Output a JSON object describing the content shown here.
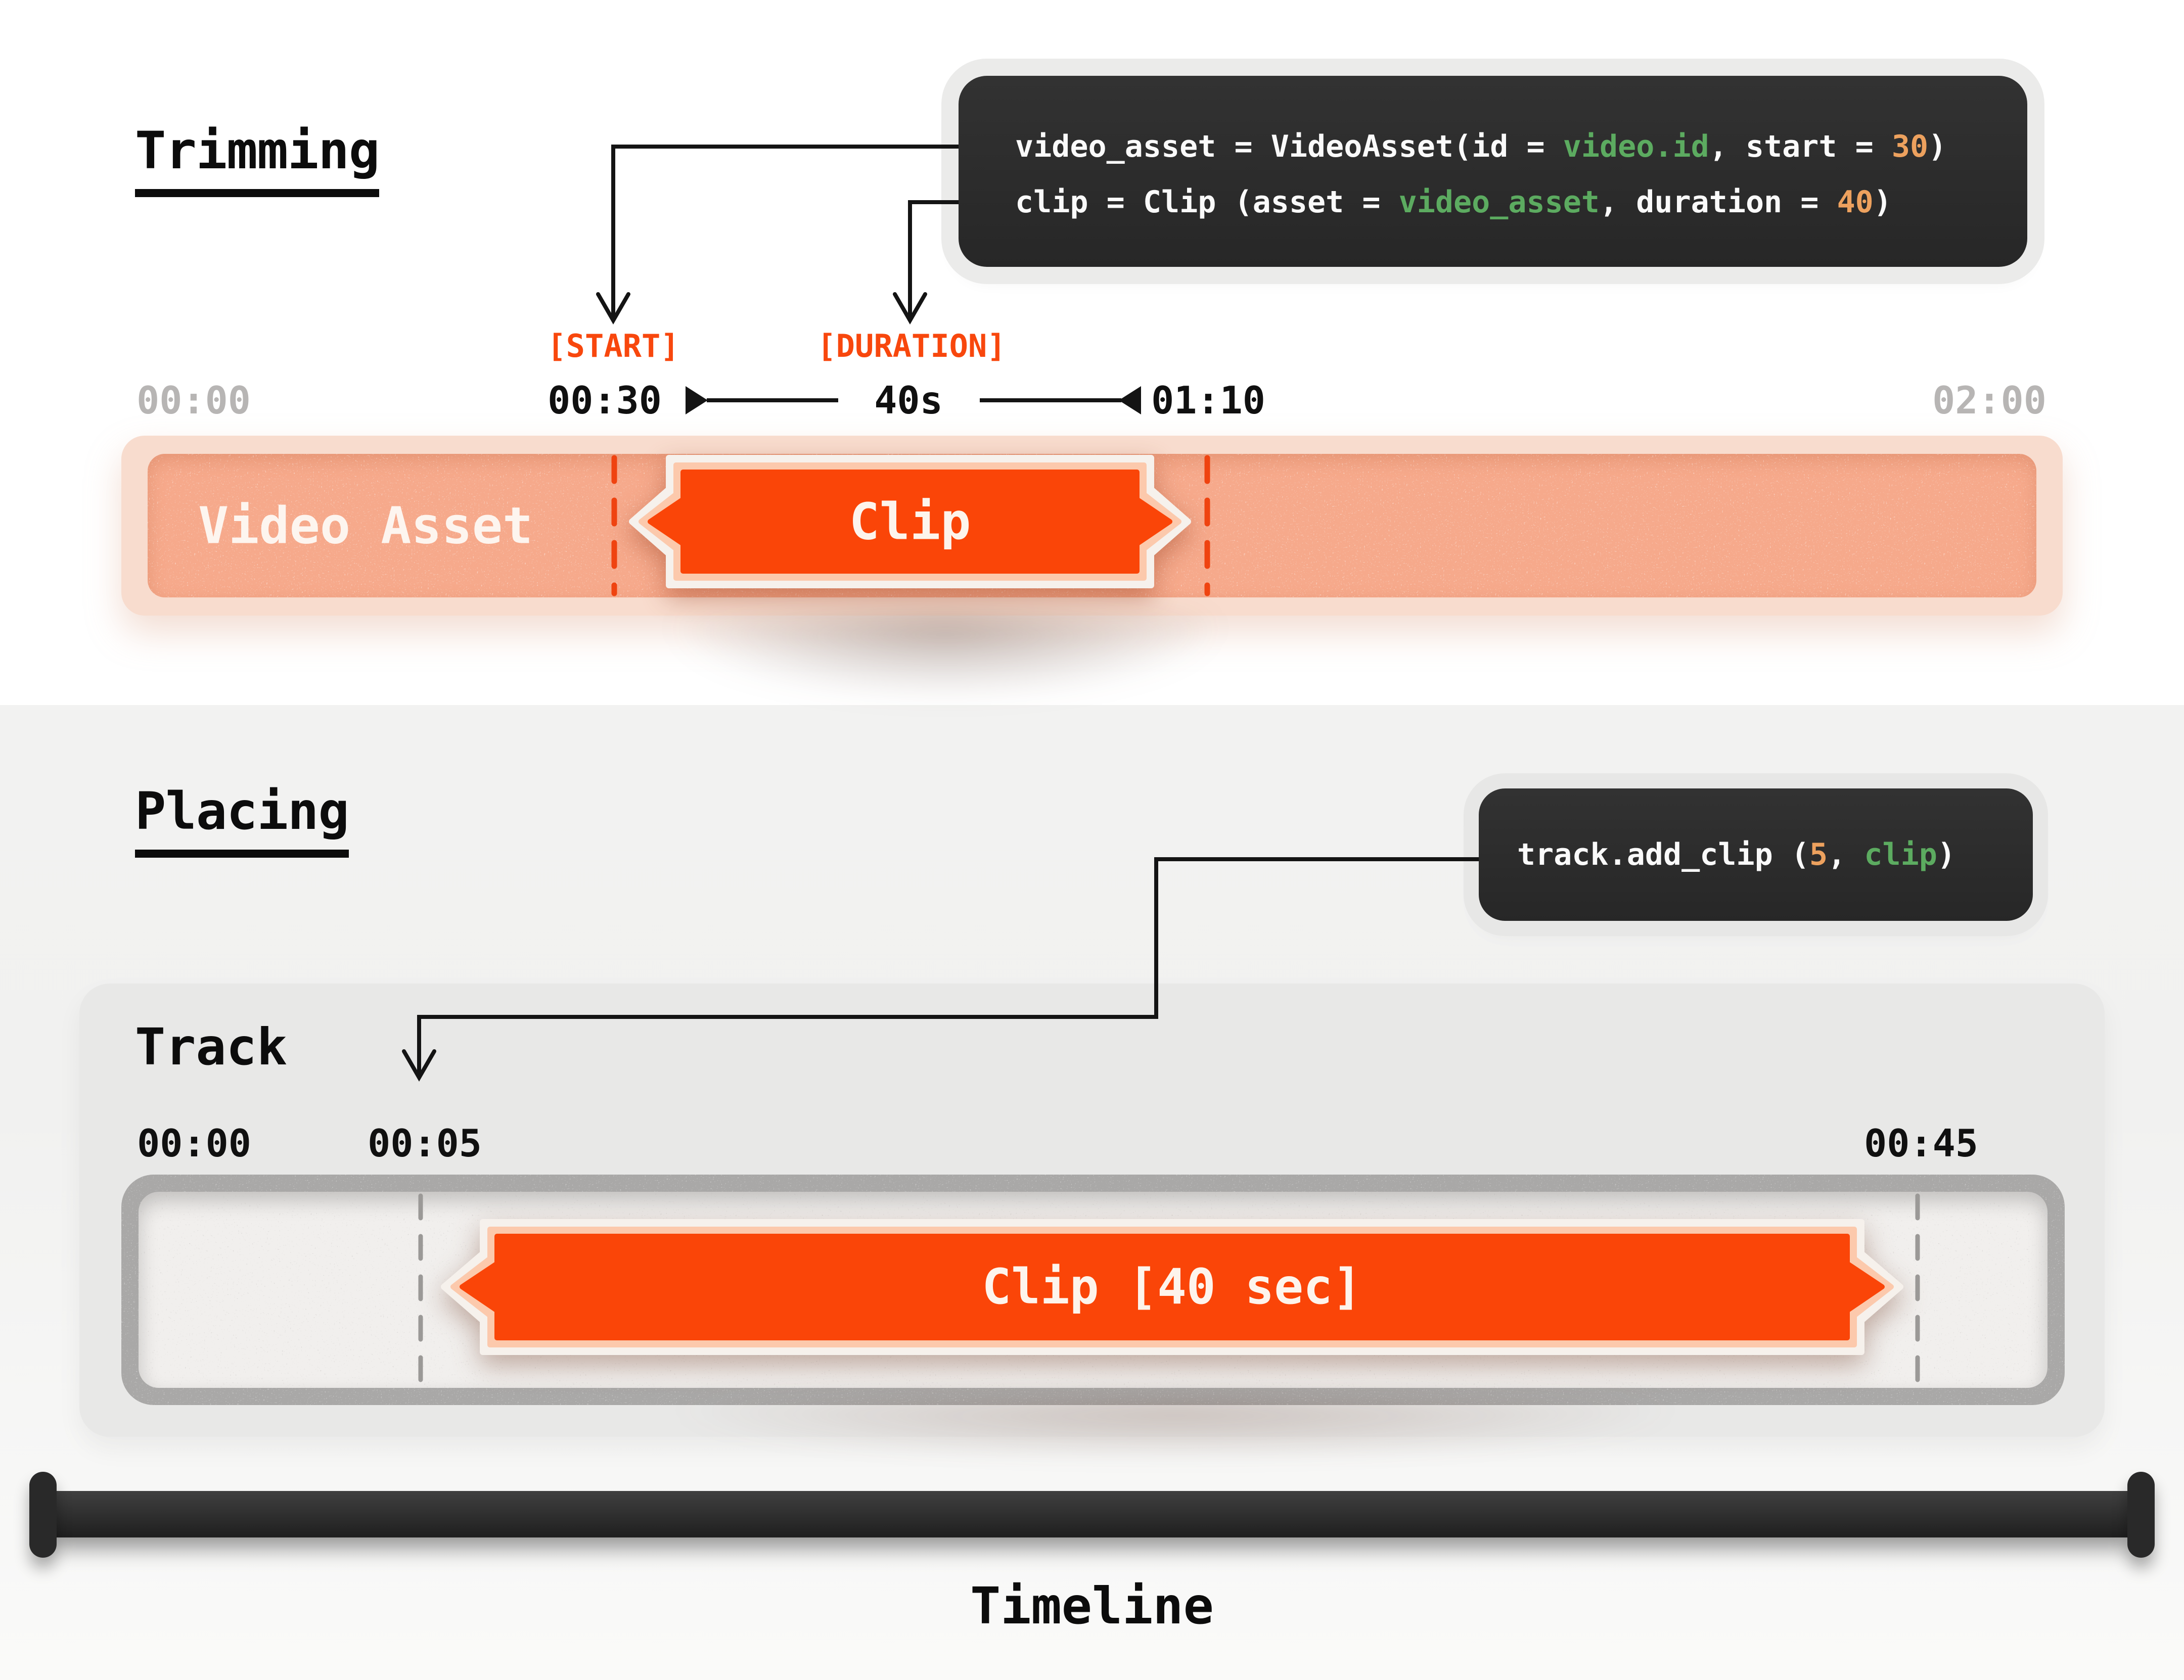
{
  "trimming": {
    "title": "Trimming",
    "code": {
      "line1": {
        "pre": "video_asset = VideoAsset(id = ",
        "arg": "video.id",
        "mid": ", start = ",
        "num": "30",
        "end": ")"
      },
      "line2": {
        "pre": "clip = Clip (asset = ",
        "arg": "video_asset",
        "mid": ", duration = ",
        "num": "40",
        "end": ")"
      }
    },
    "annotations": {
      "start": "[START]",
      "duration": "[DURATION]"
    },
    "times": {
      "t0": "00:00",
      "t_start": "00:30",
      "t_span": "40s",
      "t_end": "01:10",
      "t_total": "02:00"
    },
    "asset_label": "Video Asset",
    "clip_label": "Clip"
  },
  "placing": {
    "title": "Placing",
    "code": {
      "pre": "track.add_clip (",
      "num": "5",
      "mid": ", ",
      "arg": "clip",
      "end": ")"
    },
    "track_label": "Track",
    "times": {
      "t0": "00:00",
      "t_in": "00:05",
      "t_out": "00:45"
    },
    "clip_label": "Clip [40 sec]",
    "timeline_label": "Timeline"
  },
  "colors": {
    "accent_orange": "#f8470d",
    "clip_fill": "#fa4508",
    "clip_border_pink": "#fcc9ac",
    "clip_border_white": "#f6f1ec",
    "asset_bar": "#f6a98b",
    "asset_bar_outer": "#f8dcce",
    "code_background": "#2d2d2d",
    "code_green": "#5cab60",
    "code_orange": "#eda15e",
    "muted_time_text": "#b7b5b4",
    "track_border_gray": "#a9a8a7",
    "track_inner": "#f1efed",
    "timeline_bar": "#292929",
    "ink": "#0d0d0d"
  }
}
